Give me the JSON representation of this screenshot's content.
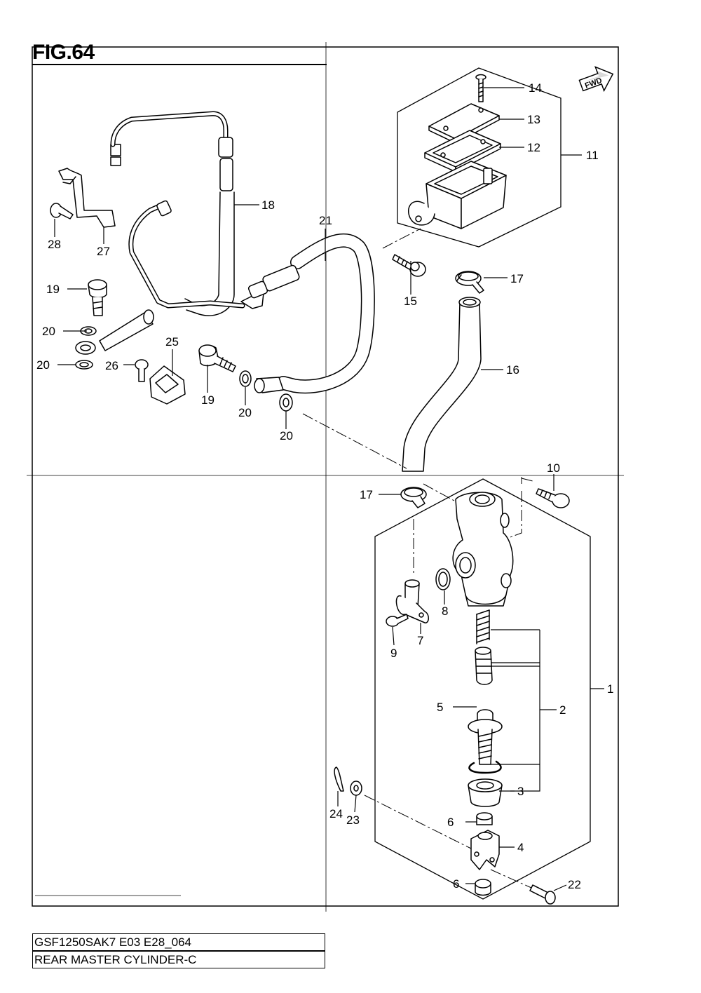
{
  "figure": {
    "title": "FIG.64"
  },
  "caption": {
    "model_code": "GSF1250SAK7 E03 E28_064",
    "name": "REAR MASTER CYLINDER-C"
  },
  "icons": {
    "fwd": "FWD"
  },
  "callouts": [
    "1",
    "2",
    "3",
    "4",
    "5",
    "6",
    "6",
    "7",
    "8",
    "9",
    "10",
    "11",
    "12",
    "13",
    "14",
    "15",
    "16",
    "17",
    "17",
    "18",
    "19",
    "19",
    "20",
    "20",
    "20",
    "20",
    "21",
    "22",
    "23",
    "24",
    "25",
    "26",
    "27",
    "28"
  ]
}
